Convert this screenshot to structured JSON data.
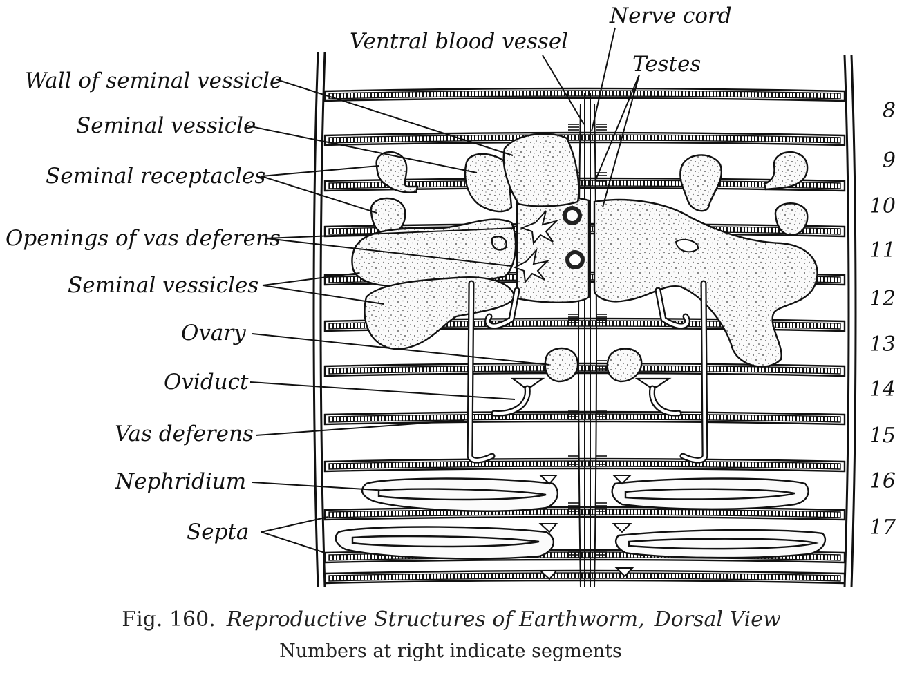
{
  "labels": {
    "nerve_cord": "Nerve cord",
    "ventral_blood_vessel": "Ventral blood vessel",
    "testes": "Testes",
    "wall_of_seminal_vessicle": "Wall of seminal vessicle",
    "seminal_vessicle": "Seminal vessicle",
    "seminal_receptacles": "Seminal receptacles",
    "openings_of_vas_deferens": "Openings of vas deferens",
    "seminal_vessicles": "Seminal vessicles",
    "ovary": "Ovary",
    "oviduct": "Oviduct",
    "vas_deferens": "Vas deferens",
    "nephridium": "Nephridium",
    "septa": "Septa"
  },
  "segments": [
    "8",
    "9",
    "10",
    "11",
    "12",
    "13",
    "14",
    "15",
    "16",
    "17"
  ],
  "caption": {
    "fig_number": "Fig. 160.",
    "title": "Reproductive Structures of Earthworm,",
    "title_view": "Dorsal View",
    "subtitle": "Numbers at right indicate segments"
  }
}
